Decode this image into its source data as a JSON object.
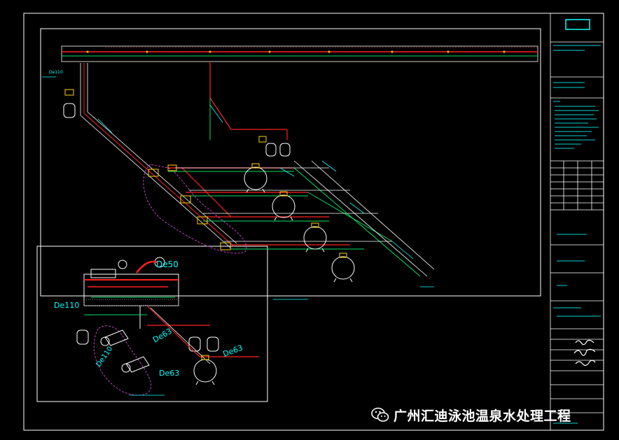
{
  "labels": {
    "de50": "De50",
    "de110_top": "De110",
    "de110_inset": "De110",
    "de63_a": "De63",
    "de63_b": "De63",
    "de63_c": "De63",
    "de110_diag": "De110"
  },
  "watermark": {
    "text": "广州汇迪泳池温泉水处理工程",
    "icon": "wechat-icon"
  },
  "colors": {
    "background": "#000000",
    "frame": "#ffffff",
    "pipe_main": "#ff2020",
    "pipe_secondary": "#00e060",
    "annotation": "#00ffff",
    "dash": "#c040c0",
    "equipment": "#ffffff"
  }
}
